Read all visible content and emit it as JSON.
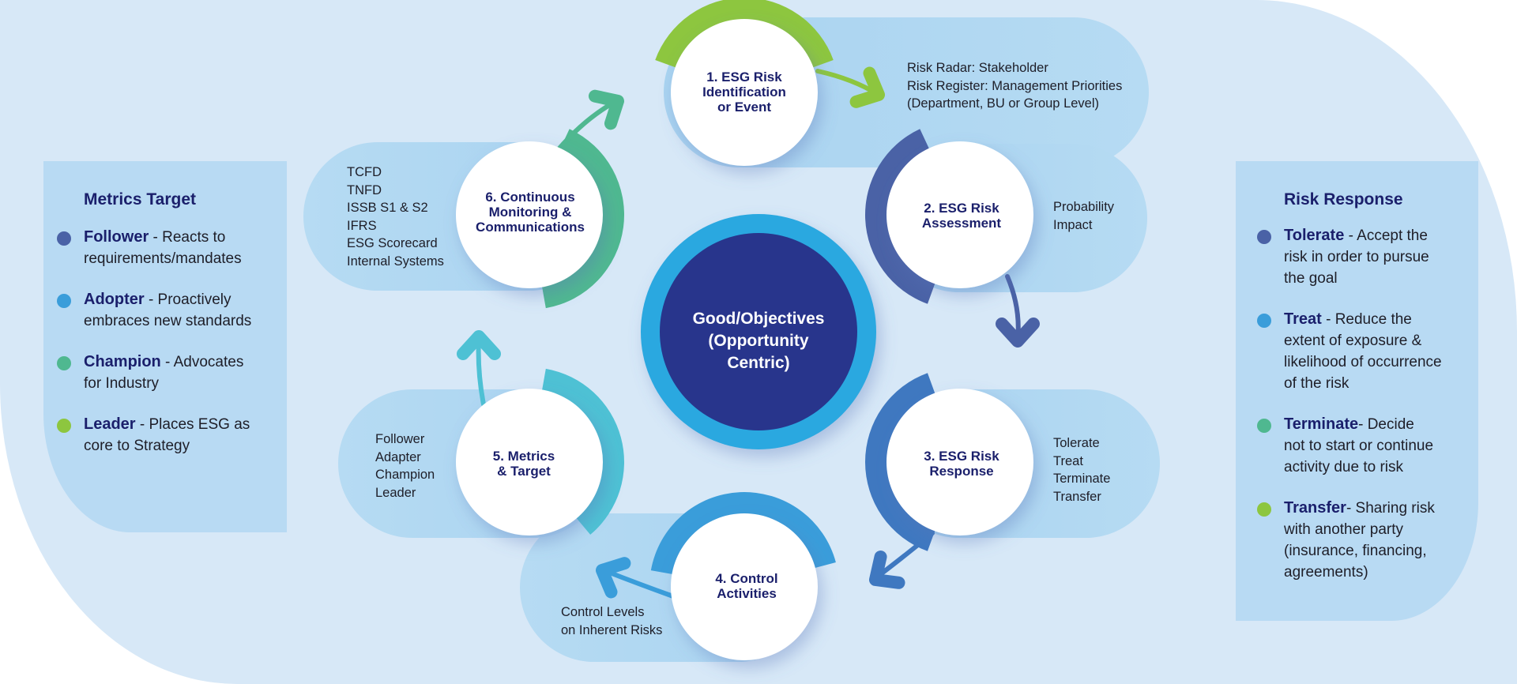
{
  "colors": {
    "background": "#d7e8f7",
    "panel": "#b8daf3",
    "pill": "#b0d7f1",
    "heading_text": "#1a1f6b",
    "body_text": "#1e1e28",
    "center_outer": "#29a8e0",
    "center_inner": "#28358c",
    "node_fill": "#ffffff"
  },
  "center": {
    "label_lines": [
      "Good/Objectives",
      "(Opportunity",
      "Centric)"
    ]
  },
  "nodes": [
    {
      "step": 1,
      "label_lines": [
        "1. ESG Risk",
        "Identification",
        "or Event"
      ],
      "color": "#8dc63f",
      "details": [
        "Risk  Radar: Stakeholder",
        "Risk  Register: Management Priorities",
        "(Department, BU or Group Level)"
      ]
    },
    {
      "step": 2,
      "label_lines": [
        "2. ESG Risk",
        "Assessment"
      ],
      "color": "#4a62a6",
      "details": [
        "Probability",
        "Impact"
      ]
    },
    {
      "step": 3,
      "label_lines": [
        "3. ESG Risk",
        "Response"
      ],
      "color": "#3f78c0",
      "details": [
        "Tolerate",
        "Treat",
        "Terminate",
        "Transfer"
      ]
    },
    {
      "step": 4,
      "label_lines": [
        "4. Control",
        "Activities"
      ],
      "color": "#3a9dda",
      "details": [
        "Control Levels",
        "on Inherent Risks"
      ]
    },
    {
      "step": 5,
      "label_lines": [
        "5. Metrics",
        "& Target"
      ],
      "color": "#4ec1d4",
      "details": [
        "Follower",
        "Adapter",
        "Champion",
        "Leader"
      ]
    },
    {
      "step": 6,
      "label_lines": [
        "6. Continuous",
        "Monitoring &",
        "Communications"
      ],
      "color": "#4fb890",
      "details": [
        "TCFD",
        "TNFD",
        "ISSB S1 & S2",
        "IFRS",
        "ESG Scorecard",
        "Internal Systems"
      ]
    }
  ],
  "metrics_panel": {
    "title": "Metrics Target",
    "items": [
      {
        "term": "Follower",
        "description": " -  Reacts to requirements/mandates",
        "line2": "requirements/mandates",
        "line1_rest": " -  Reacts to",
        "color": "#4a62a6"
      },
      {
        "term": "Adopter",
        "line1_rest": " - Proactively",
        "line2": "embraces new standards",
        "color": "#3a9dda"
      },
      {
        "term": "Champion",
        "line1_rest": " - Advocates",
        "line2": "for Industry",
        "color": "#4fb890"
      },
      {
        "term": "Leader",
        "line1_rest": " - Places ESG as",
        "line2": "core to Strategy",
        "color": "#8dc63f"
      }
    ]
  },
  "risk_panel": {
    "title": "Risk Response",
    "items": [
      {
        "term": "Tolerate",
        "line1_rest": " - Accept the",
        "more": [
          "risk in order to pursue",
          "the goal"
        ],
        "color": "#4a62a6"
      },
      {
        "term": "Treat",
        "line1_rest": " - Reduce the",
        "more": [
          "extent of exposure &",
          "likelihood of occurrence",
          "of the risk"
        ],
        "color": "#3a9dda"
      },
      {
        "term": "Terminate",
        "line1_rest": "-  Decide",
        "more": [
          "not to start or continue",
          "activity due to risk"
        ],
        "color": "#4fb890"
      },
      {
        "term": "Transfer",
        "line1_rest": "- Sharing risk",
        "more": [
          "with another party",
          " (insurance, financing,",
          "agreements)"
        ],
        "color": "#8dc63f"
      }
    ]
  }
}
